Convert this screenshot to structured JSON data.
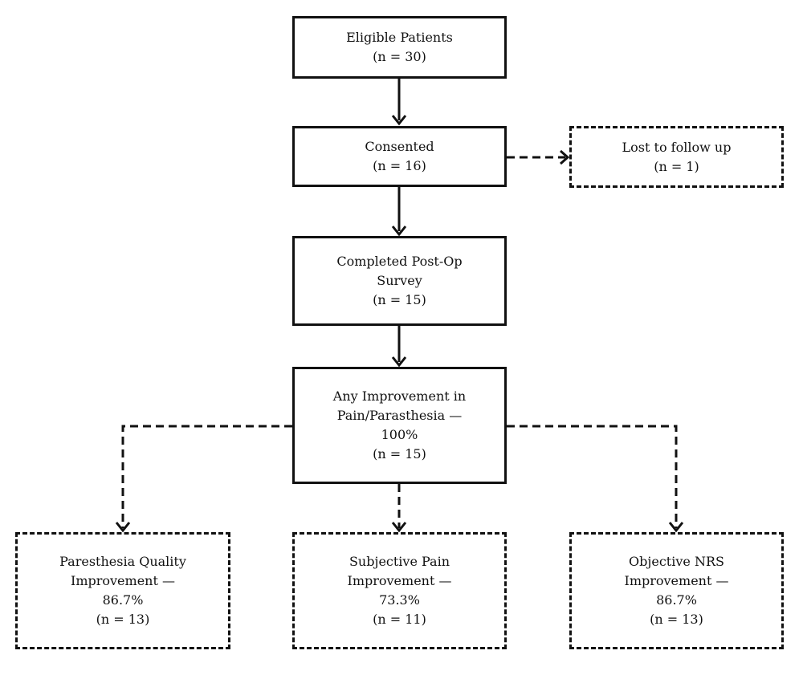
{
  "nodes": {
    "eligible": {
      "lines": [
        "Eligible Patients",
        "(n = 30)"
      ]
    },
    "consented": {
      "lines": [
        "Consented",
        "(n = 16)"
      ]
    },
    "lost": {
      "lines": [
        "Lost to follow up",
        "(n = 1)"
      ]
    },
    "completed": {
      "lines": [
        "Completed Post-Op",
        "Survey",
        "(n = 15)"
      ]
    },
    "improvement": {
      "lines": [
        "Any Improvement in",
        "Pain/Parasthesia —",
        "100%",
        "(n = 15)"
      ]
    },
    "paresthesia": {
      "lines": [
        "Paresthesia Quality",
        "Improvement —",
        "86.7%",
        "(n = 13)"
      ]
    },
    "subjective": {
      "lines": [
        "Subjective Pain",
        "Improvement —",
        "73.3%",
        "(n = 11)"
      ]
    },
    "objective": {
      "lines": [
        "Objective NRS",
        "Improvement —",
        "86.7%",
        "(n = 13)"
      ]
    }
  },
  "colors": {
    "stroke": "#111111",
    "background": "#ffffff"
  }
}
